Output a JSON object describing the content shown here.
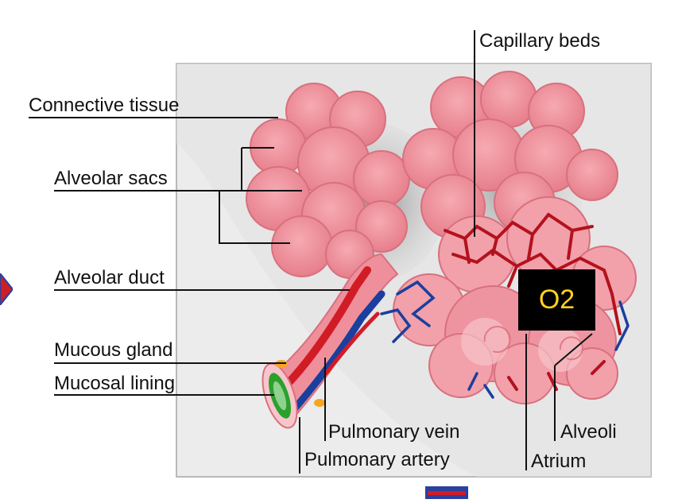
{
  "labels": {
    "connective_tissue": "Connective tissue",
    "alveolar_sacs": "Alveolar sacs",
    "alveolar_duct": "Alveolar duct",
    "mucous_gland": "Mucous gland",
    "mucosal_lining": "Mucosal lining",
    "pulmonary_vein": "Pulmonary vein",
    "pulmonary_artery": "Pulmonary artery",
    "capillary_beds": "Capillary beds",
    "alveoli": "Alveoli",
    "atrium": "Atrium"
  },
  "callout": {
    "text": "O2"
  },
  "colors": {
    "alveoli_pink": "#f08a96",
    "artery_red": "#d11c25",
    "vein_blue": "#1a3f9e",
    "callout_bg": "#000000",
    "callout_text": "#ffd21f"
  },
  "icons": [
    "play-arrow-icon",
    "slide-thumbnail-icon"
  ]
}
